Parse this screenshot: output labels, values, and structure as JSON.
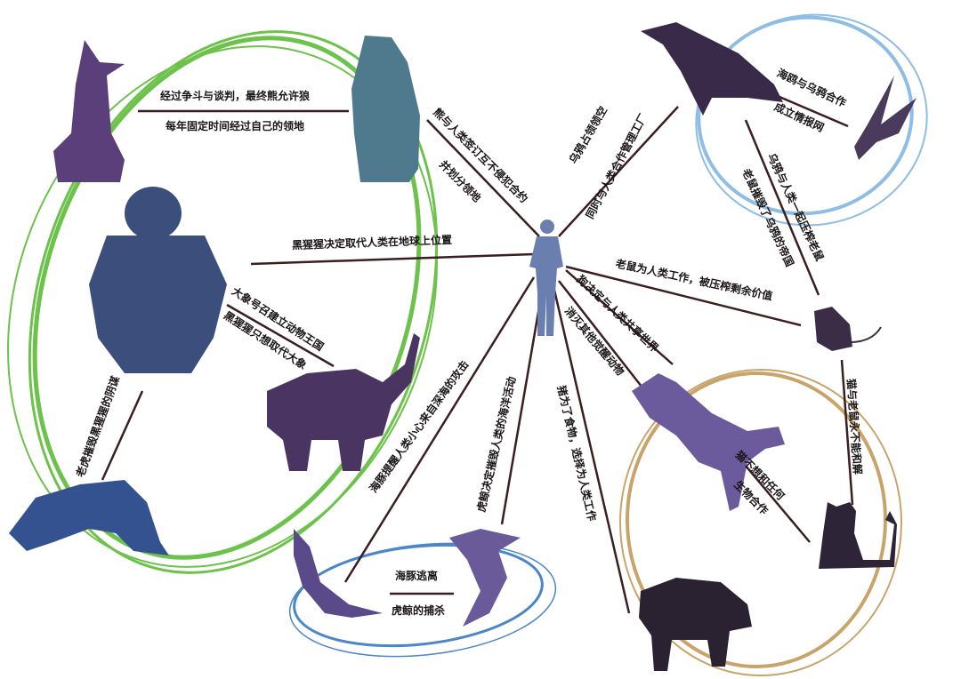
{
  "colors": {
    "line": "#3a1e22",
    "ring_green": "#6cc24a",
    "ring_blue": "#8fbde3",
    "ring_tan": "#c9a46a",
    "animal_purple": "#4a3562",
    "animal_blue": "#3c4f7c",
    "animal_teal": "#4f7a8e"
  },
  "nodes": {
    "human": "human-figure",
    "wolf": "wolf",
    "bear": "bear",
    "chimpanzee": "chimpanzee",
    "elephant": "elephant",
    "tiger": "tiger",
    "dolphin": "dolphin",
    "orca": "orca",
    "pig": "pig",
    "cat": "cat",
    "dog": "dog",
    "rat": "rat",
    "crow": "crow",
    "seagull": "seagull"
  },
  "relations": {
    "wolf_bear_1": "经过争斗与谈判，最终熊允许狼",
    "wolf_bear_2": "每年固定时间经过自己的领地",
    "bear_human_1": "熊与人类签订互不侵犯合约",
    "bear_human_2": "并划分领地",
    "crow_human_1": "乌鸦占领领空",
    "crow_human_2": "同时与人类合作管理工厂",
    "seagull_crow_1": "海鸥与乌鸦合作",
    "seagull_crow_2": "成立情报网",
    "crow_rat_1": "乌鸦与人类一起压榨老鼠",
    "crow_rat_2": "老鼠摧毁了乌鸦的帝国",
    "chimp_human": "黑猩猩决定取代人类在地球上位置",
    "rat_human": "老鼠为人类工作，被压榨剩余价值",
    "elephant_chimp_1": "大象号召建立动物王国",
    "elephant_chimp_2": "黑猩猩只想取代大象",
    "dog_human_1": "狗决定与人类共享世界",
    "dog_human_2": "消灭其他觉醒动物",
    "cat_rat": "猫与老鼠永不能和解",
    "cat_dog_1": "猫不想和任何",
    "cat_dog_2": "生物合作",
    "tiger_chimp": "老虎摧毁黑猩猩的阴谋",
    "dolphin_human": "海豚提醒人类小心来自深海的攻击",
    "orca_human": "虎鲸决定摧毁人类的海洋活动",
    "pig_human": "猪为了食物，选择为人类工作",
    "dolphin_orca_1": "海豚逃离",
    "dolphin_orca_2": "虎鲸的捕杀"
  }
}
